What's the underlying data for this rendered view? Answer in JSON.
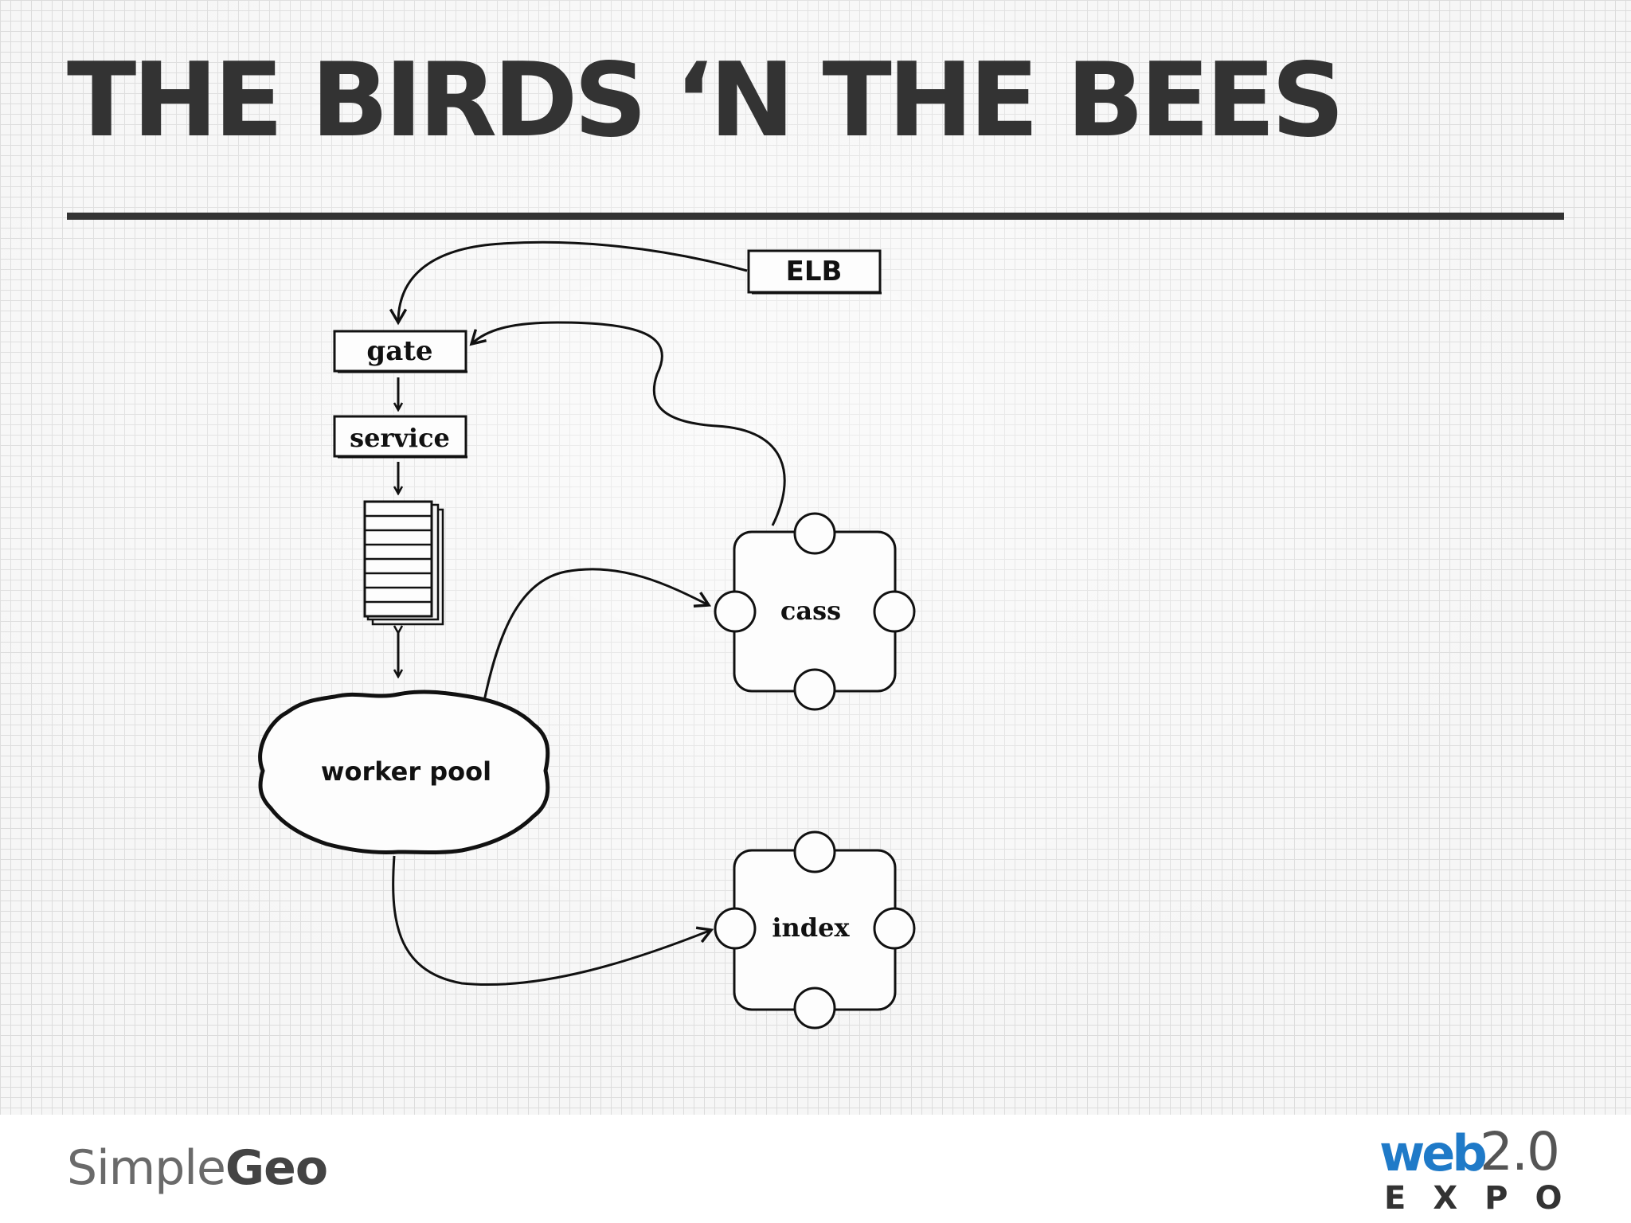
{
  "slide": {
    "title": "THE BIRDS ‘N THE BEES"
  },
  "diagram": {
    "nodes": {
      "elb": "ELB",
      "gate": "gate",
      "service": "service",
      "worker_pool": "worker pool",
      "cass": "cass",
      "index": "index"
    }
  },
  "footer": {
    "simplegeo_part1": "Simple",
    "simplegeo_part2": "Geo",
    "expo_web": "web",
    "expo_version": "2.0",
    "expo_word": "EXPO"
  },
  "colors": {
    "ink": "#333333",
    "web_blue": "#1f7ac8"
  }
}
